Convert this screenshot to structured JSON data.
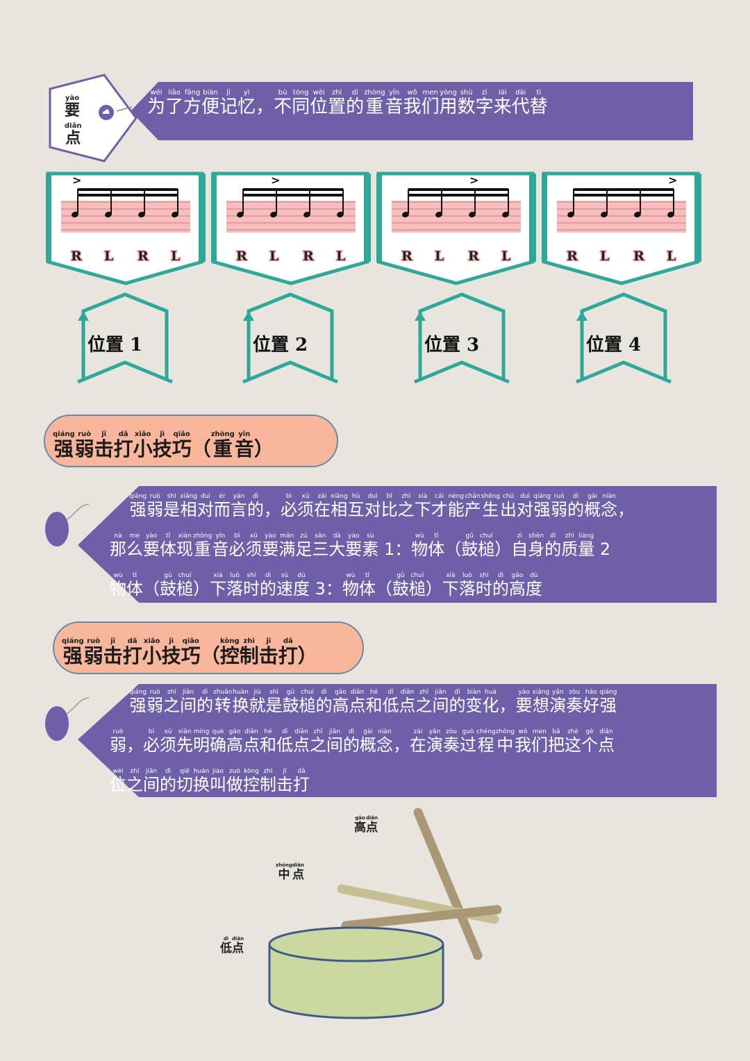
{
  "key_point": {
    "label_top": {
      "char": "要",
      "pinyin": "yào"
    },
    "label_bottom": {
      "char": "点",
      "pinyin": "diǎn"
    },
    "banner": [
      {
        "c": "为",
        "p": "wéi"
      },
      {
        "c": "了",
        "p": "liǎo"
      },
      {
        "c": "方",
        "p": "fāng"
      },
      {
        "c": "便",
        "p": "biàn"
      },
      {
        "c": "记",
        "p": "jì"
      },
      {
        "c": "忆",
        "p": "yì"
      },
      {
        "c": "，",
        "p": ""
      },
      {
        "c": "不",
        "p": "bù"
      },
      {
        "c": "同",
        "p": "tóng"
      },
      {
        "c": "位",
        "p": "wèi"
      },
      {
        "c": "置",
        "p": "zhì"
      },
      {
        "c": "的",
        "p": "dì"
      },
      {
        "c": "重",
        "p": "zhòng"
      },
      {
        "c": "音",
        "p": "yīn"
      },
      {
        "c": "我",
        "p": "wǒ"
      },
      {
        "c": "们",
        "p": "men"
      },
      {
        "c": "用",
        "p": "yòng"
      },
      {
        "c": "数",
        "p": "shù"
      },
      {
        "c": "字",
        "p": "zì"
      },
      {
        "c": "来",
        "p": "lái"
      },
      {
        "c": "代",
        "p": "dài"
      },
      {
        "c": "替",
        "p": "tì"
      }
    ]
  },
  "positions": [
    {
      "label": "位置 1",
      "accent_note": 1,
      "sticking": [
        "R",
        "L",
        "R",
        "L"
      ]
    },
    {
      "label": "位置 2",
      "accent_note": 2,
      "sticking": [
        "R",
        "L",
        "R",
        "L"
      ]
    },
    {
      "label": "位置 3",
      "accent_note": 3,
      "sticking": [
        "R",
        "L",
        "R",
        "L"
      ]
    },
    {
      "label": "位置 4",
      "accent_note": 4,
      "sticking": [
        "R",
        "L",
        "R",
        "L"
      ]
    }
  ],
  "accent_mark": ">",
  "section1": {
    "title": [
      {
        "c": "强",
        "p": "qiáng"
      },
      {
        "c": "弱",
        "p": "ruò"
      },
      {
        "c": "击",
        "p": "jī"
      },
      {
        "c": "打",
        "p": "dǎ"
      },
      {
        "c": "小",
        "p": "xiǎo"
      },
      {
        "c": "技",
        "p": "jì"
      },
      {
        "c": "巧",
        "p": "qiǎo"
      },
      {
        "c": "（",
        "p": ""
      },
      {
        "c": "重",
        "p": "zhòng"
      },
      {
        "c": "音",
        "p": "yīn"
      },
      {
        "c": "）",
        "p": ""
      }
    ],
    "lines": [
      [
        {
          "c": "强",
          "p": "qiáng"
        },
        {
          "c": "弱",
          "p": "ruò"
        },
        {
          "c": "是",
          "p": "shì"
        },
        {
          "c": "相",
          "p": "xiāng"
        },
        {
          "c": "对",
          "p": "duì"
        },
        {
          "c": "而",
          "p": "ér"
        },
        {
          "c": "言",
          "p": "yán"
        },
        {
          "c": "的",
          "p": "dì"
        },
        {
          "c": "，",
          "p": ""
        },
        {
          "c": "必",
          "p": "bì"
        },
        {
          "c": "须",
          "p": "xū"
        },
        {
          "c": "在",
          "p": "zài"
        },
        {
          "c": "相",
          "p": "xiāng"
        },
        {
          "c": "互",
          "p": "hù"
        },
        {
          "c": "对",
          "p": "duì"
        },
        {
          "c": "比",
          "p": "bǐ"
        },
        {
          "c": "之",
          "p": "zhī"
        },
        {
          "c": "下",
          "p": "xià"
        },
        {
          "c": "才",
          "p": "cái"
        },
        {
          "c": "能",
          "p": "néng"
        },
        {
          "c": "产",
          "p": "chǎn"
        },
        {
          "c": "生",
          "p": "shēng"
        },
        {
          "c": "出",
          "p": "chū"
        },
        {
          "c": "对",
          "p": "duì"
        },
        {
          "c": "强",
          "p": "qiáng"
        },
        {
          "c": "弱",
          "p": "ruò"
        },
        {
          "c": "的",
          "p": "dì"
        },
        {
          "c": "概",
          "p": "gài"
        },
        {
          "c": "念",
          "p": "niàn"
        },
        {
          "c": "，",
          "p": ""
        }
      ],
      [
        {
          "c": "那",
          "p": "nà"
        },
        {
          "c": "么",
          "p": "me"
        },
        {
          "c": "要",
          "p": "yào"
        },
        {
          "c": "体",
          "p": "tǐ"
        },
        {
          "c": "现",
          "p": "xiàn"
        },
        {
          "c": "重",
          "p": "zhòng"
        },
        {
          "c": "音",
          "p": "yīn"
        },
        {
          "c": "必",
          "p": "bì"
        },
        {
          "c": "须",
          "p": "xū"
        },
        {
          "c": "要",
          "p": "yào"
        },
        {
          "c": "满",
          "p": "mǎn"
        },
        {
          "c": "足",
          "p": "zú"
        },
        {
          "c": "三",
          "p": "sān"
        },
        {
          "c": "大",
          "p": "dà"
        },
        {
          "c": "要",
          "p": "yào"
        },
        {
          "c": "素",
          "p": "sù"
        },
        {
          "c": " 1：",
          "p": ""
        },
        {
          "c": "物",
          "p": "wù"
        },
        {
          "c": "体",
          "p": "tǐ"
        },
        {
          "c": "（",
          "p": ""
        },
        {
          "c": "鼓",
          "p": "gǔ"
        },
        {
          "c": "槌",
          "p": "chuí"
        },
        {
          "c": "）",
          "p": ""
        },
        {
          "c": "自",
          "p": "zì"
        },
        {
          "c": "身",
          "p": "shēn"
        },
        {
          "c": "的",
          "p": "dì"
        },
        {
          "c": "质",
          "p": "zhì"
        },
        {
          "c": "量",
          "p": "liàng"
        },
        {
          "c": " 2",
          "p": ""
        }
      ],
      [
        {
          "c": "物",
          "p": "wù"
        },
        {
          "c": "体",
          "p": "tǐ"
        },
        {
          "c": "（",
          "p": ""
        },
        {
          "c": "鼓",
          "p": "gǔ"
        },
        {
          "c": "槌",
          "p": "chuí"
        },
        {
          "c": "）",
          "p": ""
        },
        {
          "c": "下",
          "p": "xià"
        },
        {
          "c": "落",
          "p": "luò"
        },
        {
          "c": "时",
          "p": "shí"
        },
        {
          "c": "的",
          "p": "dì"
        },
        {
          "c": "速",
          "p": "sù"
        },
        {
          "c": "度",
          "p": "dù"
        },
        {
          "c": " 3：",
          "p": ""
        },
        {
          "c": "物",
          "p": "wù"
        },
        {
          "c": "体",
          "p": "tǐ"
        },
        {
          "c": "（",
          "p": ""
        },
        {
          "c": "鼓",
          "p": "gǔ"
        },
        {
          "c": "槌",
          "p": "chuí"
        },
        {
          "c": "）",
          "p": ""
        },
        {
          "c": "下",
          "p": "xià"
        },
        {
          "c": "落",
          "p": "luò"
        },
        {
          "c": "时",
          "p": "shí"
        },
        {
          "c": "的",
          "p": "dì"
        },
        {
          "c": "高",
          "p": "gāo"
        },
        {
          "c": "度",
          "p": "dù"
        }
      ]
    ]
  },
  "section2": {
    "title": [
      {
        "c": "强",
        "p": "qiáng"
      },
      {
        "c": "弱",
        "p": "ruò"
      },
      {
        "c": "击",
        "p": "jī"
      },
      {
        "c": "打",
        "p": "dǎ"
      },
      {
        "c": "小",
        "p": "xiǎo"
      },
      {
        "c": "技",
        "p": "jì"
      },
      {
        "c": "巧",
        "p": "qiǎo"
      },
      {
        "c": "（",
        "p": ""
      },
      {
        "c": "控",
        "p": "kòng"
      },
      {
        "c": "制",
        "p": "zhì"
      },
      {
        "c": "击",
        "p": "jī"
      },
      {
        "c": "打",
        "p": "dǎ"
      },
      {
        "c": "）",
        "p": ""
      }
    ],
    "lines": [
      [
        {
          "c": "强",
          "p": "qiáng"
        },
        {
          "c": "弱",
          "p": "ruò"
        },
        {
          "c": "之",
          "p": "zhī"
        },
        {
          "c": "间",
          "p": "jiān"
        },
        {
          "c": "的",
          "p": "dì"
        },
        {
          "c": "转",
          "p": "zhuǎn"
        },
        {
          "c": "换",
          "p": "huàn"
        },
        {
          "c": "就",
          "p": "jiù"
        },
        {
          "c": "是",
          "p": "shì"
        },
        {
          "c": "鼓",
          "p": "gǔ"
        },
        {
          "c": "槌",
          "p": "chuí"
        },
        {
          "c": "的",
          "p": "dì"
        },
        {
          "c": "高",
          "p": "gāo"
        },
        {
          "c": "点",
          "p": "diǎn"
        },
        {
          "c": "和",
          "p": "hé"
        },
        {
          "c": "低",
          "p": "dī"
        },
        {
          "c": "点",
          "p": "diǎn"
        },
        {
          "c": "之",
          "p": "zhī"
        },
        {
          "c": "间",
          "p": "jiān"
        },
        {
          "c": "的",
          "p": "dì"
        },
        {
          "c": "变",
          "p": "biàn"
        },
        {
          "c": "化",
          "p": "huà"
        },
        {
          "c": "，",
          "p": ""
        },
        {
          "c": "要",
          "p": "yào"
        },
        {
          "c": "想",
          "p": "xiǎng"
        },
        {
          "c": "演",
          "p": "yǎn"
        },
        {
          "c": "奏",
          "p": "zòu"
        },
        {
          "c": "好",
          "p": "hǎo"
        },
        {
          "c": "强",
          "p": "qiáng"
        }
      ],
      [
        {
          "c": "弱",
          "p": "ruò"
        },
        {
          "c": "，",
          "p": ""
        },
        {
          "c": "必",
          "p": "bì"
        },
        {
          "c": "须",
          "p": "xū"
        },
        {
          "c": "先",
          "p": "xiān"
        },
        {
          "c": "明",
          "p": "míng"
        },
        {
          "c": "确",
          "p": "què"
        },
        {
          "c": "高",
          "p": "gāo"
        },
        {
          "c": "点",
          "p": "diǎn"
        },
        {
          "c": "和",
          "p": "hé"
        },
        {
          "c": "低",
          "p": "dī"
        },
        {
          "c": "点",
          "p": "diǎn"
        },
        {
          "c": "之",
          "p": "zhī"
        },
        {
          "c": "间",
          "p": "jiān"
        },
        {
          "c": "的",
          "p": "dì"
        },
        {
          "c": "概",
          "p": "gài"
        },
        {
          "c": "念",
          "p": "niàn"
        },
        {
          "c": "，",
          "p": ""
        },
        {
          "c": "在",
          "p": "zài"
        },
        {
          "c": "演",
          "p": "yǎn"
        },
        {
          "c": "奏",
          "p": "zòu"
        },
        {
          "c": "过",
          "p": "guò"
        },
        {
          "c": "程",
          "p": "chéng"
        },
        {
          "c": "中",
          "p": "zhōng"
        },
        {
          "c": "我",
          "p": "wǒ"
        },
        {
          "c": "们",
          "p": "men"
        },
        {
          "c": "把",
          "p": "bǎ"
        },
        {
          "c": "这",
          "p": "zhè"
        },
        {
          "c": "个",
          "p": "gè"
        },
        {
          "c": "点",
          "p": "diǎn"
        }
      ],
      [
        {
          "c": "位",
          "p": "wèi"
        },
        {
          "c": "之",
          "p": "zhī"
        },
        {
          "c": "间",
          "p": "jiān"
        },
        {
          "c": "的",
          "p": "dì"
        },
        {
          "c": "切",
          "p": "qiē"
        },
        {
          "c": "换",
          "p": "huàn"
        },
        {
          "c": "叫",
          "p": "jiào"
        },
        {
          "c": "做",
          "p": "zuò"
        },
        {
          "c": "控",
          "p": "kòng"
        },
        {
          "c": "制",
          "p": "zhì"
        },
        {
          "c": "击",
          "p": "jī"
        },
        {
          "c": "打",
          "p": "dǎ"
        }
      ]
    ]
  },
  "drum_labels": {
    "high": [
      {
        "c": "高",
        "p": "gāo"
      },
      {
        "c": "点",
        "p": "diǎn"
      }
    ],
    "mid": [
      {
        "c": "中",
        "p": "zhōng"
      },
      {
        "c": "点",
        "p": "diǎn"
      }
    ],
    "low": [
      {
        "c": "低",
        "p": "dī"
      },
      {
        "c": "点",
        "p": "diǎn"
      }
    ]
  },
  "colors": {
    "purple": "#6f5fa9",
    "teal": "#2fa89a",
    "peach": "#f8b79d",
    "staff_glow": "#f7b6b6",
    "drum_fill": "#c9d9a0",
    "stick_dark": "#a99775",
    "stick_light": "#c5bf93"
  }
}
